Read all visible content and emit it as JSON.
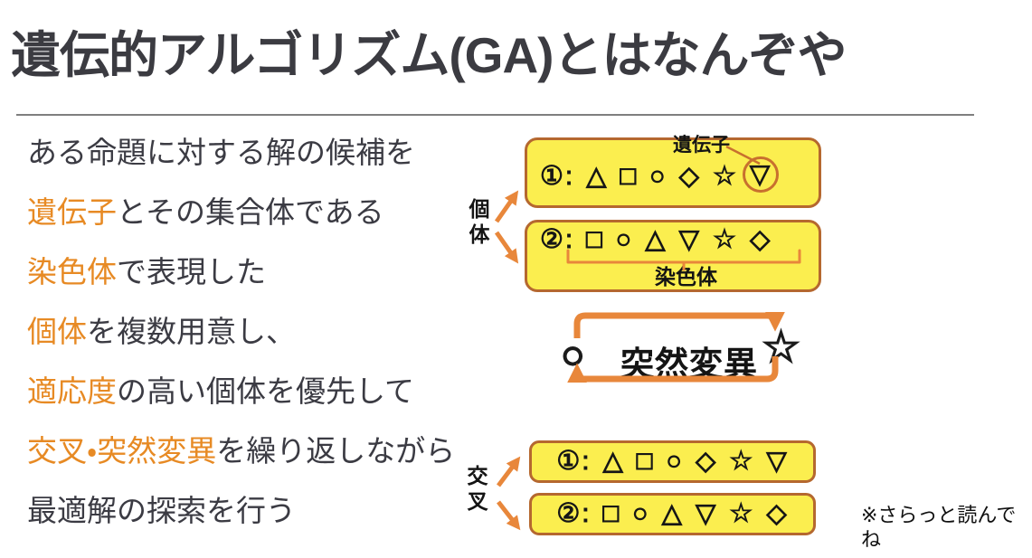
{
  "slide": {
    "title": "遺伝的アルゴリズム(GA)とはなんぞや",
    "footnote": "※さらっと読んでね"
  },
  "body_lines": [
    {
      "highlight": "",
      "rest": "ある命題に対する解の候補を"
    },
    {
      "highlight": "遺伝子",
      "rest": "とその集合体である"
    },
    {
      "highlight": "染色体",
      "rest": "で表現した"
    },
    {
      "highlight": "個体",
      "rest": "を複数用意し、"
    },
    {
      "highlight": "適応度",
      "rest": "の高い個体を優先して"
    },
    {
      "highlight": "交叉・突然変異",
      "rest": "を繰り返しながら"
    },
    {
      "highlight": "",
      "rest": "最適解の探索を行う"
    }
  ],
  "diagram": {
    "individual_label": "個体",
    "gene_label": "遺伝子",
    "chromosome_label": "染色体",
    "crossover_label": "交叉",
    "mutation_label": "突然変異",
    "mutation_left_symbol": "○",
    "mutation_right_symbol": "☆",
    "chromosome1": {
      "prefix": "①: △ □ ○ ◇ ☆",
      "circled": "▽"
    },
    "chromosome2": "②: □ ○ △ ▽ ☆ ◇",
    "crossover1": "①: △ □ ○ ◇ ☆ ▽",
    "crossover2": "②: □ ○ △ ▽ ☆ ◇"
  },
  "colors": {
    "keyword_orange": "#e78a24",
    "arrow_orange": "#e8873b",
    "annotation_brown": "#c8702e",
    "box_fill": "#fbee4f",
    "box_border": "#b5682f",
    "text_dark": "#3b3b43"
  }
}
